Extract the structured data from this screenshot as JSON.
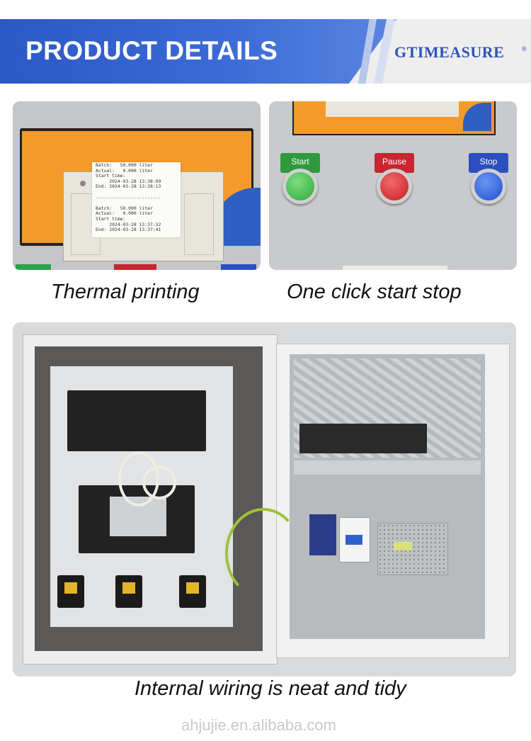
{
  "header": {
    "title": "PRODUCT DETAILS",
    "brand": "GTIMEASURE",
    "brand_mark": "®"
  },
  "panels": [
    {
      "caption": "Thermal printing",
      "receipt_lines": [
        "Batch:   50.000 liter",
        "Actual:   0.000 liter",
        "Start time:",
        "     2024-03-28 13:38:09",
        "End: 2024-03-28 13:38:13",
        "",
        "------------------------",
        "",
        "Batch:   50.000 liter",
        "Actual:   0.000 liter",
        "Start time:",
        "     2024-03-28 13:37:32",
        "End: 2024-03-28 13:37:41"
      ]
    },
    {
      "caption": "One click start stop",
      "buttons": [
        {
          "label": "Start",
          "color": "#2f9a3c",
          "cap": "#3cc04a"
        },
        {
          "label": "Pause",
          "color": "#c9252e",
          "cap": "#d9232c"
        },
        {
          "label": "Stop",
          "color": "#2c4fbf",
          "cap": "#2e5fd8"
        }
      ]
    },
    {
      "caption": "Internal wiring is neat and tidy"
    }
  ],
  "watermark": "ahjujie.en.alibaba.com",
  "colors": {
    "banner_blue": "#2b58c4",
    "brand_blue": "#2f54b8",
    "panel_orange": "#f39a2a"
  }
}
